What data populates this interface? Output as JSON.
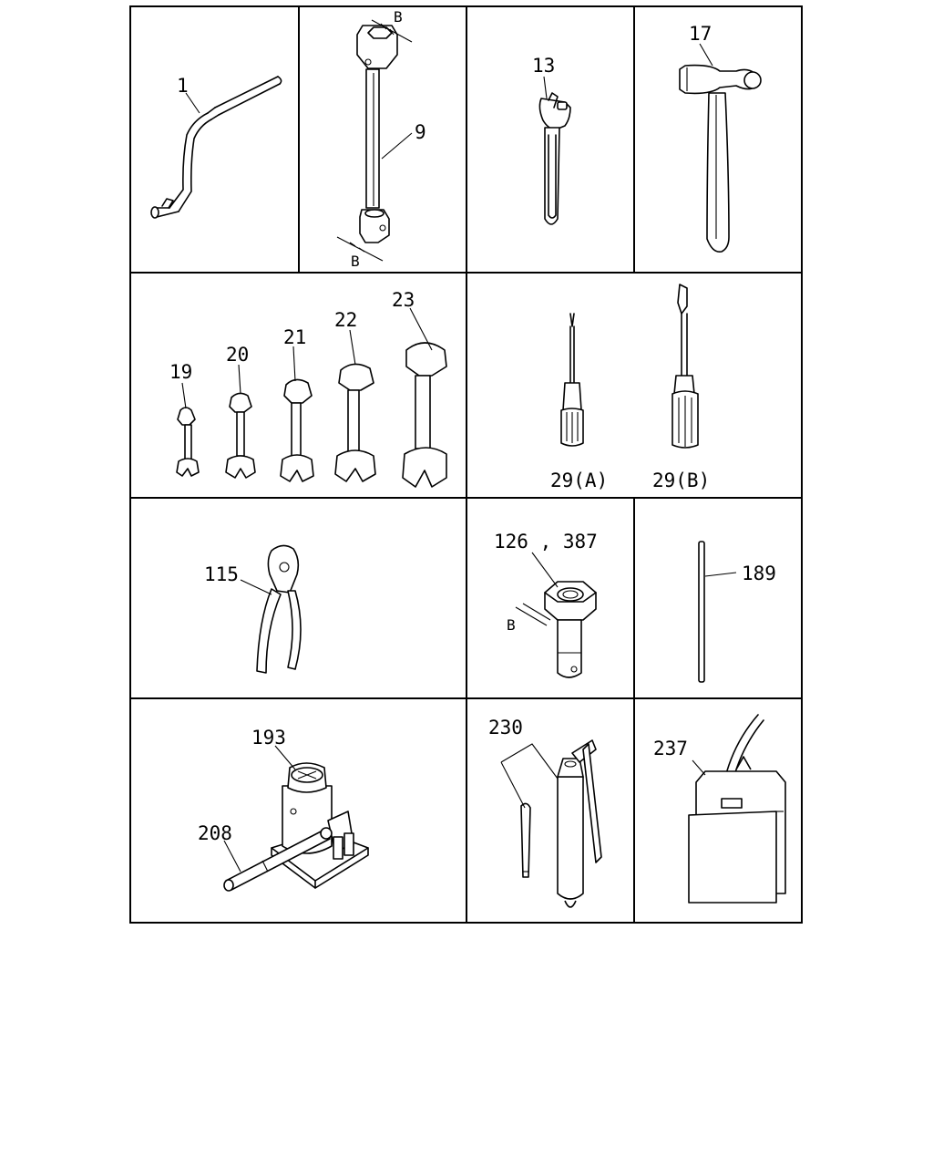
{
  "part_labels": {
    "p1": "1",
    "p9": "9",
    "p13": "13",
    "p17": "17",
    "p19": "19",
    "p20": "20",
    "p21": "21",
    "p22": "22",
    "p23": "23",
    "p29a": "29(A)",
    "p29b": "29(B)",
    "p115": "115",
    "p126": "126 , 387",
    "p189": "189",
    "p193": "193",
    "p208": "208",
    "p230": "230",
    "p237": "237"
  },
  "dimension_labels": {
    "b_top": "B",
    "b_bottom": "B",
    "b_socket": "B"
  }
}
